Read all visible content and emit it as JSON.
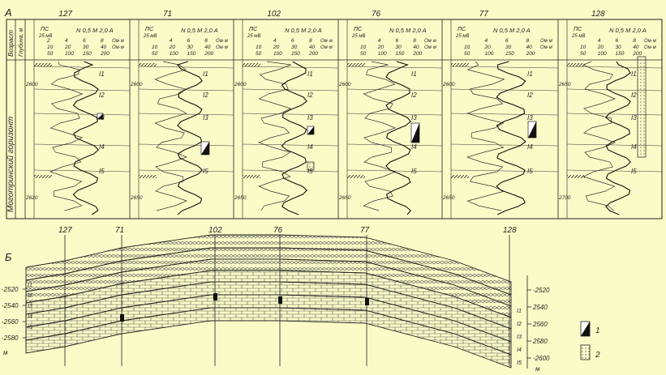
{
  "panel_a": {
    "label": "А",
    "side_labels": {
      "age": "Возраст",
      "depth": "Глубина, м",
      "horizon": "Моготринский горизонт"
    },
    "columns": [
      {
        "well": "127",
        "sp": "ПС",
        "sp_scale": "25 мВ",
        "probe": "N 0,5 M 2,0 A",
        "scale1": [
          "2",
          "4",
          "6",
          "8"
        ],
        "scale2": [
          "10",
          "20",
          "30",
          "40"
        ],
        "scale3": [
          "50",
          "100",
          "150",
          "200"
        ],
        "unit": "Ом·м",
        "depth_top": "2600",
        "depth_bot": "2620",
        "layers": [
          "I1",
          "I2",
          "I3",
          "I4",
          "I5"
        ]
      },
      {
        "well": "71",
        "sp": "ПС",
        "sp_scale": "25 мВ",
        "probe": "N 0,5 M 2,0 A",
        "scale1": [
          "4",
          "6",
          "8"
        ],
        "scale2": [
          "10",
          "20",
          "30",
          "40"
        ],
        "scale3": [
          "50",
          "100",
          "150",
          "200"
        ],
        "unit": "Ом·м",
        "depth_top": "2600",
        "depth_bot": "2650",
        "layers": [
          "I1",
          "I2",
          "I3",
          "I4",
          "I5"
        ]
      },
      {
        "well": "102",
        "sp": "ПС",
        "sp_scale": "25 мВ",
        "probe": "N 0,5 M 2,0 A",
        "scale1": [
          "4",
          "6",
          "8"
        ],
        "scale2": [
          "10",
          "20",
          "30",
          "40"
        ],
        "scale3": [
          "50",
          "100",
          "150",
          "200"
        ],
        "unit": "Ом·м",
        "depth_top": "2600",
        "depth_bot": "2650",
        "layers": [
          "I1",
          "I2",
          "I3",
          "I4",
          "I5"
        ]
      },
      {
        "well": "76",
        "sp": "ПС",
        "sp_scale": "25 мВ",
        "probe": "N 0,5 M 2,0 A",
        "scale1": [
          "4",
          "6",
          "8"
        ],
        "scale2": [
          "10",
          "20",
          "30",
          "40"
        ],
        "scale3": [
          "50",
          "100",
          "150",
          "200"
        ],
        "unit": "Ом·м",
        "depth_top": "2600",
        "depth_bot": "2650",
        "layers": [
          "I1",
          "I2",
          "I3",
          "I4",
          "I5"
        ]
      },
      {
        "well": "77",
        "sp": "ПС",
        "sp_scale": "25 мВ",
        "probe": "N 0,5 M 2,0 A",
        "scale1": [
          "4",
          "6",
          "8"
        ],
        "scale2": [
          "10",
          "20",
          "30",
          "40"
        ],
        "scale3": [
          "50",
          "100",
          "150",
          "200"
        ],
        "unit": "Ом·м",
        "depth_top": "2600",
        "depth_bot": "2650",
        "layers": [
          "I1",
          "I2",
          "I3",
          "I4",
          "I5"
        ]
      },
      {
        "well": "128",
        "sp": "ПС",
        "sp_scale": "25 мВ",
        "probe": "N 0,5 M 2,0 A",
        "scale1": [
          "4",
          "6",
          "8"
        ],
        "scale2": [
          "10",
          "20",
          "30",
          "40"
        ],
        "scale3": [
          "50",
          "100",
          "150",
          "200"
        ],
        "unit": "Ом·м",
        "depth_top": "2650",
        "depth_bot": "2700",
        "layers": [
          "I1",
          "I2",
          "I3",
          "I4",
          "I5"
        ]
      }
    ]
  },
  "panel_b": {
    "label": "Б",
    "wells": [
      "127",
      "71",
      "102",
      "76",
      "77",
      "128"
    ],
    "left_depths": [
      "-2520",
      "-2540",
      "-2560",
      "-2580"
    ],
    "right_depths": [
      "-2520",
      "2540",
      "2560",
      "2580",
      "-2600"
    ],
    "unit": "м",
    "left_layers": [
      "I1",
      "I2",
      "I3",
      "I4",
      "I5"
    ],
    "right_layers": [
      "I1",
      "I2",
      "I3",
      "I4",
      "I5"
    ]
  },
  "legend": [
    {
      "symbol": "oil-saturated",
      "label": "1"
    },
    {
      "symbol": "water-saturated",
      "label": "2"
    }
  ]
}
